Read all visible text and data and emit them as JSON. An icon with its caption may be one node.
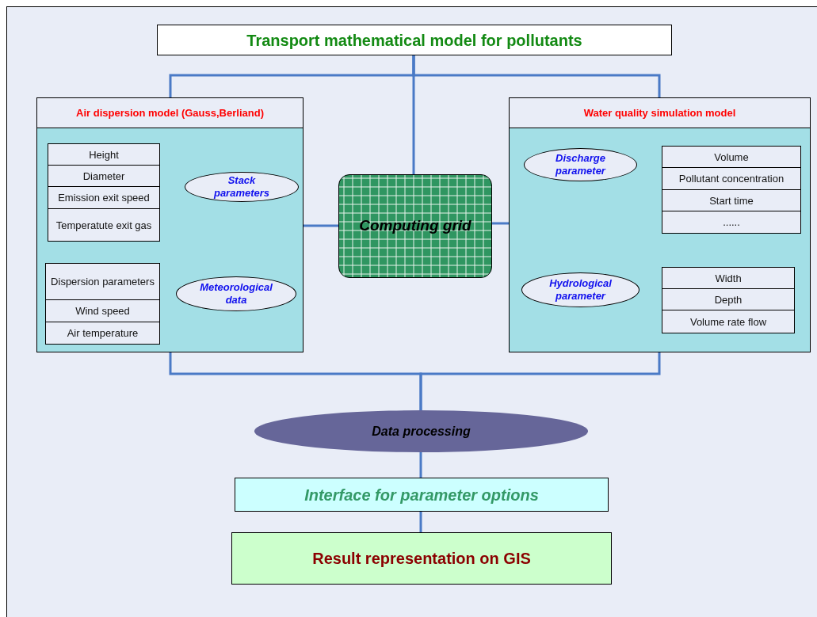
{
  "diagram": {
    "nodes": [
      {
        "text": [
          "Transport mathematical model for pollutants"
        ]
      },
      {
        "text": [
          "Air dispersion model (Gauss,Berliand)"
        ]
      },
      {
        "text": [
          "Height"
        ],
        "in": 1
      },
      {
        "text": [
          "Diameter"
        ],
        "in": 1
      },
      {
        "text": [
          "Emission exit speed"
        ],
        "in": 1
      },
      {
        "text": [
          "Temperatute exit gas"
        ],
        "in": 1
      },
      {
        "text": [
          "Stack parameters"
        ],
        "in": 1
      },
      {
        "text": [
          "Dispersion parameters"
        ],
        "in": 1
      },
      {
        "text": [
          "Wind speed"
        ],
        "in": 1
      },
      {
        "text": [
          "Air temperature"
        ],
        "in": 1
      },
      {
        "text": [
          "Meteorological data"
        ],
        "in": 1
      },
      {
        "text": [
          "Computing grid"
        ]
      },
      {
        "text": [
          "Water quality simulation model"
        ]
      },
      {
        "text": [
          "Discharge parameter"
        ],
        "in": 12
      },
      {
        "text": [
          "Volume"
        ],
        "in": 12
      },
      {
        "text": [
          "Pollutant concentration"
        ],
        "in": 12
      },
      {
        "text": [
          "Start time"
        ],
        "in": 12
      },
      {
        "text": [
          "......"
        ],
        "in": 12
      },
      {
        "text": [
          "Hydrological parameter"
        ],
        "in": 12
      },
      {
        "text": [
          "Width"
        ],
        "in": 12
      },
      {
        "text": [
          "Depth"
        ],
        "in": 12
      },
      {
        "text": [
          "Volume rate flow"
        ],
        "in": 12
      },
      {
        "text": [
          "Data processing"
        ]
      },
      {
        "text": [
          "Interface for parameter options"
        ]
      },
      {
        "text": [
          "Result representation on GIS"
        ]
      }
    ],
    "edges": [
      {
        "from": 0,
        "to": 1,
        "arrow": "none"
      },
      {
        "from": 0,
        "to": 12,
        "arrow": "none"
      },
      {
        "from": 0,
        "to": 11,
        "arrow": "none"
      },
      {
        "from": 1,
        "to": 11,
        "arrow": "none"
      },
      {
        "from": 12,
        "to": 11,
        "arrow": "none"
      },
      {
        "from": 1,
        "to": 22,
        "arrow": "none"
      },
      {
        "from": 12,
        "to": 22,
        "arrow": "none"
      },
      {
        "from": 22,
        "to": 23,
        "arrow": "none"
      },
      {
        "from": 23,
        "to": 24,
        "arrow": "none"
      }
    ]
  }
}
